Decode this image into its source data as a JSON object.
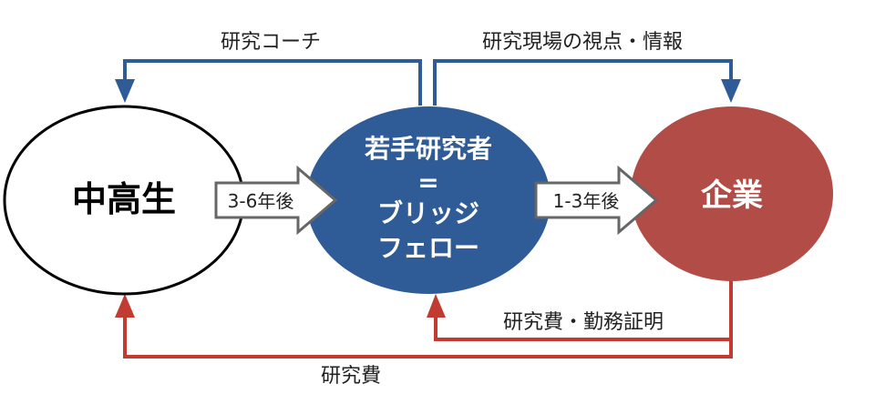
{
  "colors": {
    "blue": "#2f5b96",
    "red": "#c23b33",
    "company_fill": "#b24c46",
    "white": "#ffffff",
    "black": "#000000"
  },
  "nodes": {
    "middle_high_school": "中高生",
    "young_researcher_line1": "若手研究者",
    "young_researcher_line2": "=",
    "young_researcher_line3": "ブリッジ",
    "young_researcher_line4": "フェロー",
    "company": "企業"
  },
  "transitions": {
    "left": "3-6年後",
    "right": "1-3年後"
  },
  "edge_labels": {
    "research_coach": "研究コーチ",
    "research_site_view": "研究現場の視点・情報",
    "research_funds_certificate": "研究費・勤務証明",
    "research_funds": "研究費"
  }
}
